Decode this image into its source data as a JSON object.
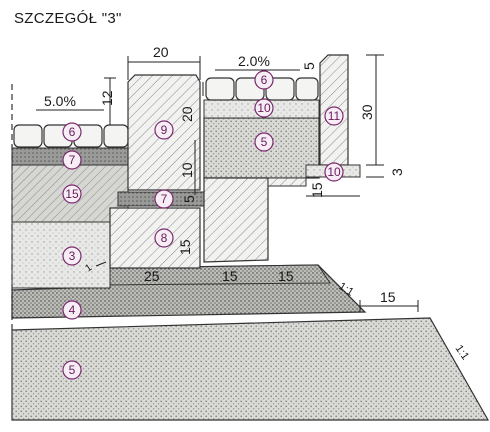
{
  "title": "SZCZEGÓŁ \"3\"",
  "dimensions": {
    "top_width": "20",
    "slope_right": "2.0%",
    "slope_left": "5.0%",
    "curb_top": "12",
    "curb_mid": "20",
    "curb_lower": "10",
    "bed_thickness": "5",
    "block_height": "15",
    "strip_top": "5",
    "strip_height": "30",
    "strip_base": "3",
    "footing_width": "15",
    "layer_a": "25",
    "layer_b": "15",
    "layer_c": "15",
    "edge_offset": "15",
    "batter_upper": "1:1",
    "batter_lower": "1:1",
    "small_rise": "1"
  },
  "labels": {
    "l6a": "6",
    "l7a": "7",
    "l15": "15",
    "l3": "3",
    "l4": "4",
    "l5a": "5",
    "l9": "9",
    "l7b": "7",
    "l8": "8",
    "l6b": "6",
    "l10a": "10",
    "l5b": "5",
    "l11": "11",
    "l10b": "10"
  }
}
